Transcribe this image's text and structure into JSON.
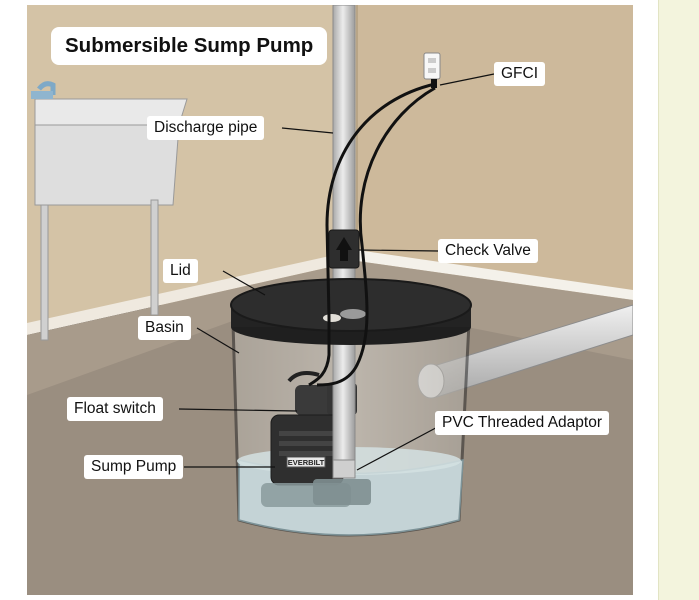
{
  "title": "Submersible Sump Pump",
  "labels": {
    "gfci": "GFCI",
    "discharge_pipe": "Discharge pipe",
    "check_valve": "Check Valve",
    "lid": "Lid",
    "basin": "Basin",
    "float_switch": "Float switch",
    "sump_pump": "Sump Pump",
    "pvc_adaptor": "PVC Threaded Adaptor"
  },
  "pump_brand": "EVERBILT",
  "colors": {
    "wall": "#d2c0a3",
    "floor": "#a89b8b",
    "lid": "#2b2b2b",
    "water": "#c4d3d6",
    "pipe": "#d7d7d7",
    "frame": "#444444",
    "side_panel": "#f3f4dd"
  }
}
